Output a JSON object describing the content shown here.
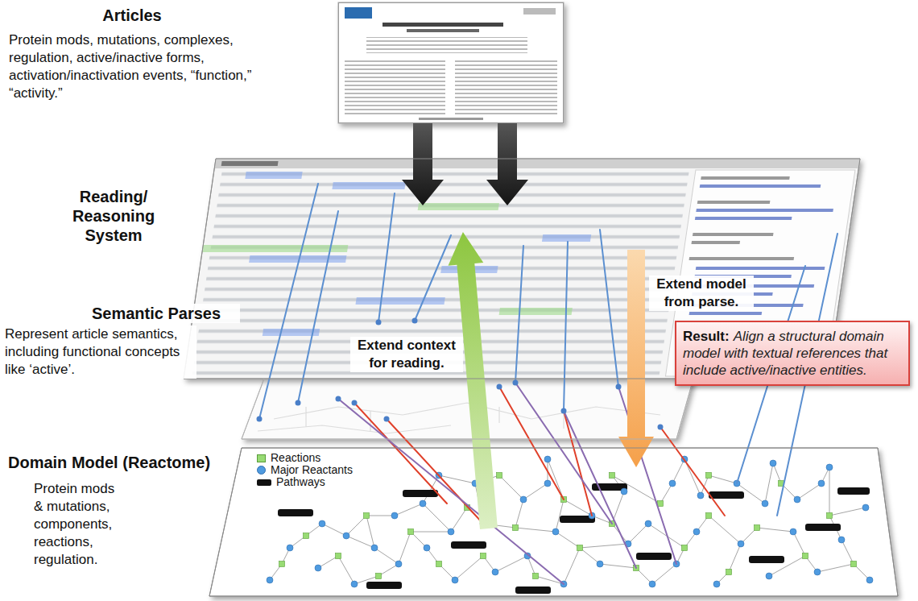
{
  "diagram": {
    "nodes": [
      {
        "text": [
          "Articles",
          "Protein mods, mutations, complexes, regulation, active/inactive forms, activation/inactivation events, “function,” “activity.”"
        ]
      },
      {
        "text": [
          "Reading/ Reasoning System"
        ]
      },
      {
        "text": [
          "Semantic Parses",
          "Represent article semantics, including functional concepts like ‘active’."
        ]
      },
      {
        "text": [
          "Domain Model (Reactome)",
          "Protein mods & mutations, components, reactions, regulation."
        ]
      },
      {
        "text": [
          "Result:",
          "Align a structural domain model with textual references that include active/inactive entities."
        ]
      }
    ],
    "edges": [
      {
        "from": 0,
        "to": 1,
        "arrow": "to"
      },
      {
        "from": 0,
        "to": 1,
        "arrow": "to"
      },
      {
        "from": 3,
        "to": 1,
        "label": "Extend context for reading.",
        "arrow": "to"
      },
      {
        "from": 1,
        "to": 3,
        "label": "Extend model from parse.",
        "arrow": "to"
      }
    ],
    "legend": [
      {
        "text": "Reactions",
        "color": "#98db74"
      },
      {
        "text": "Major Reactants"
      },
      {
        "text": "Pathways",
        "color": "#111111"
      }
    ]
  }
}
